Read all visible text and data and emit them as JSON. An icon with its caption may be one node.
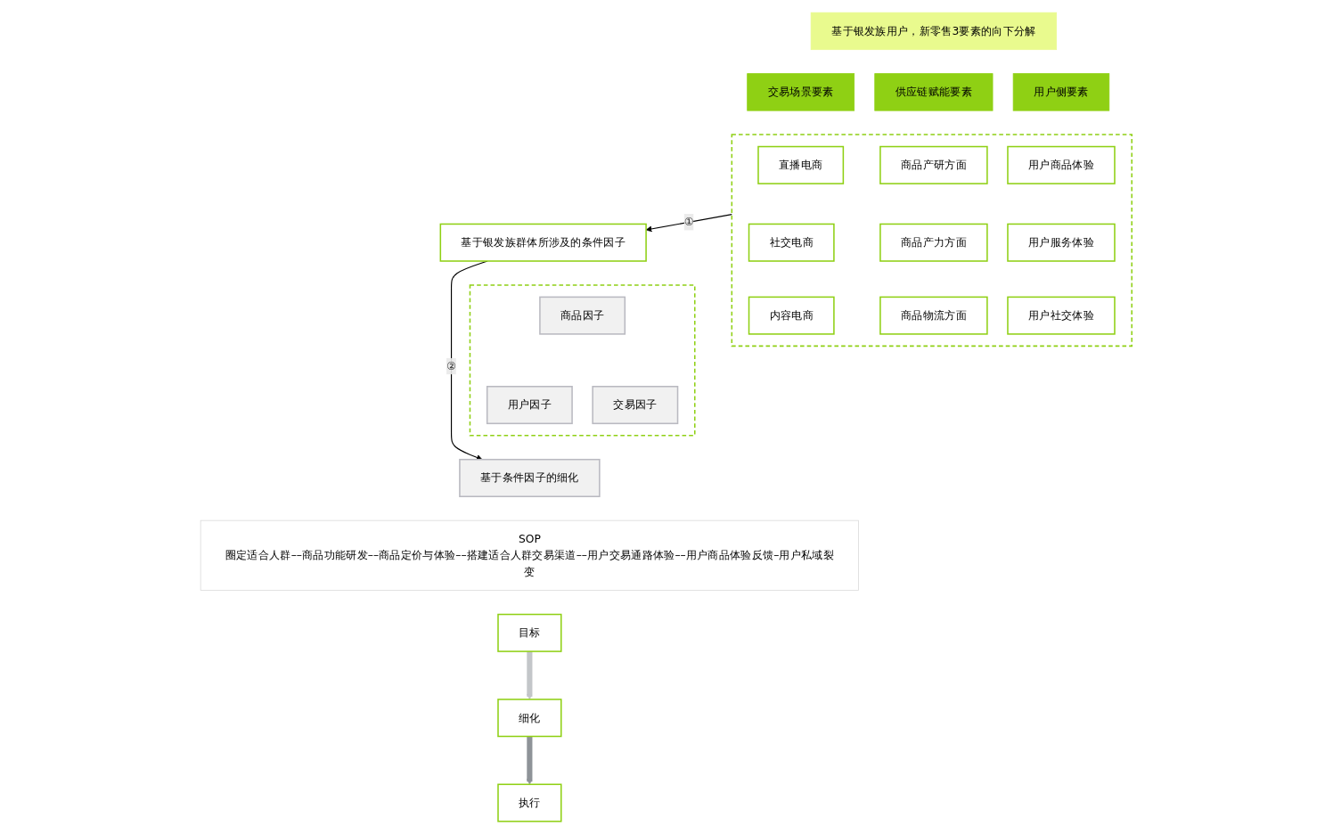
{
  "diagram": {
    "nodes": [
      {
        "text": [
          "基于银发族用户，新零售3要素的向下分解"
        ]
      },
      {
        "text": [
          "交易场景要素"
        ]
      },
      {
        "text": [
          "供应链赋能要素"
        ]
      },
      {
        "text": [
          "用户侧要素"
        ]
      },
      {
        "text": [],
        "shape": "box"
      },
      {
        "text": [
          "直播电商"
        ],
        "in": 4
      },
      {
        "text": [
          "商品产研方面"
        ],
        "in": 4
      },
      {
        "text": [
          "用户商品体验"
        ],
        "in": 4
      },
      {
        "text": [
          "社交电商"
        ],
        "in": 4
      },
      {
        "text": [
          "商品产力方面"
        ],
        "in": 4
      },
      {
        "text": [
          "用户服务体验"
        ],
        "in": 4
      },
      {
        "text": [
          "内容电商"
        ],
        "in": 4
      },
      {
        "text": [
          "商品物流方面"
        ],
        "in": 4
      },
      {
        "text": [
          "用户社交体验"
        ],
        "in": 4
      },
      {
        "text": [
          "基于银发族群体所涉及的条件因子"
        ]
      },
      {
        "text": [],
        "shape": "box"
      },
      {
        "text": [
          "商品因子"
        ],
        "in": 15
      },
      {
        "text": [
          "用户因子"
        ],
        "in": 15
      },
      {
        "text": [
          "交易因子"
        ],
        "in": 15
      },
      {
        "text": [
          "基于条件因子的细化"
        ]
      },
      {
        "text": [
          "SOP",
          "圈定适合人群––商品功能研发––商品定价与体验––搭建适合人群交易渠道––用户交易通路体验––用户商品体验反馈–用户私域裂变"
        ]
      },
      {
        "text": [
          "目标"
        ]
      },
      {
        "text": [
          "细化"
        ]
      },
      {
        "text": [
          "执行"
        ]
      }
    ],
    "edges": [
      {
        "from": 4,
        "to": 14,
        "arrow": "to",
        "label": "①"
      },
      {
        "from": 14,
        "to": 19,
        "arrow": "to",
        "label": "②"
      },
      {
        "from": 21,
        "to": 22,
        "arrow": "to",
        "style": "thick",
        "color": "#c3c6c9"
      },
      {
        "from": 22,
        "to": 23,
        "arrow": "to",
        "style": "thick",
        "color": "#8e9398"
      }
    ]
  }
}
